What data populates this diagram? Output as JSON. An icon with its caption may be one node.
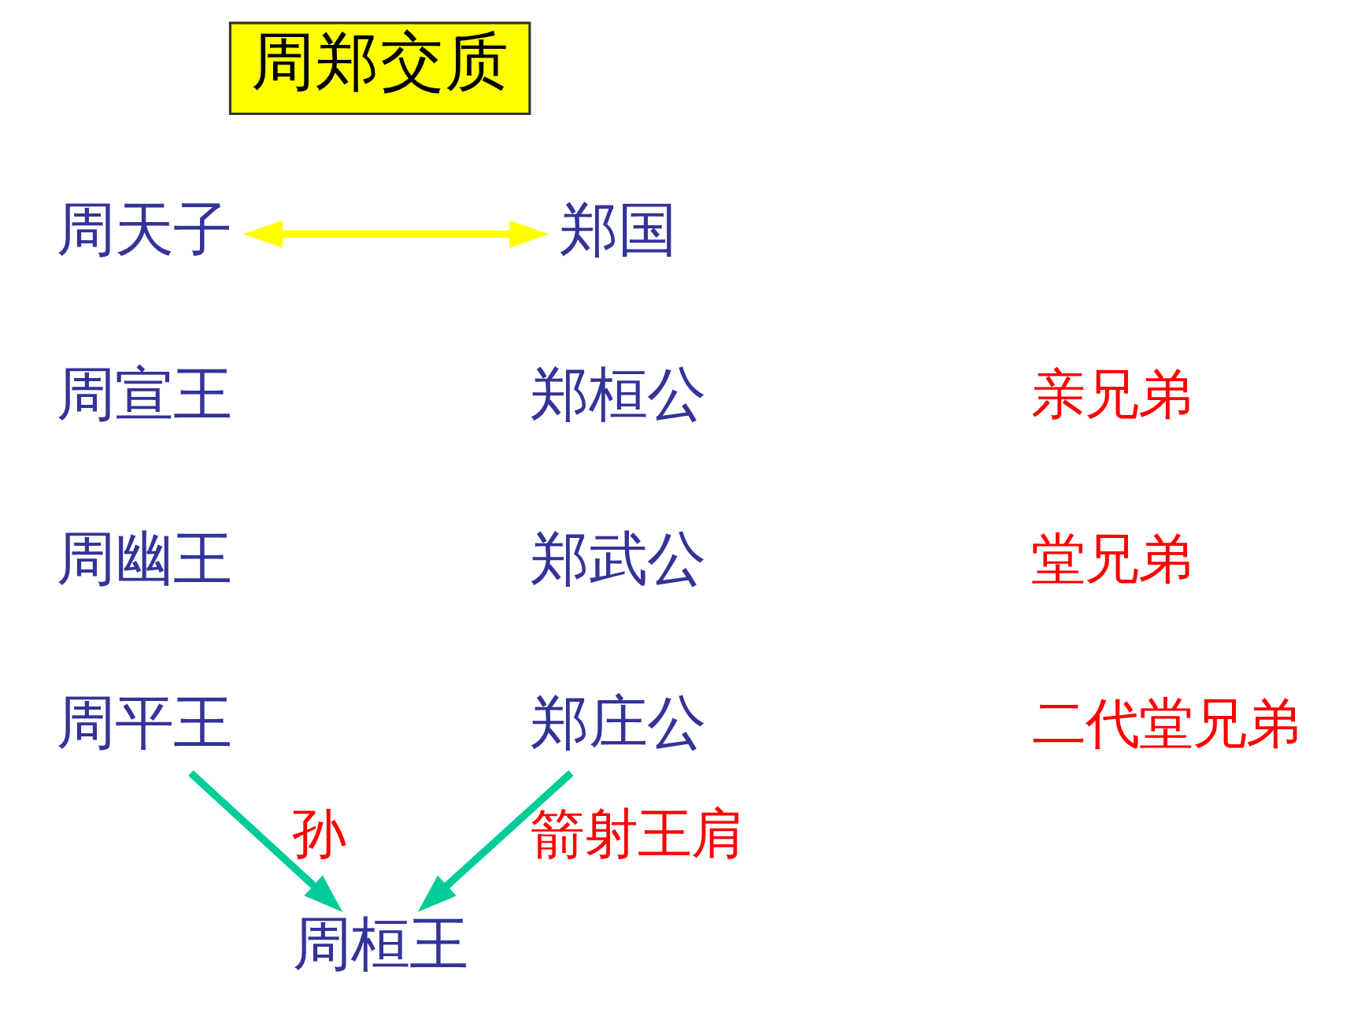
{
  "diagram": {
    "nodes": [
      {
        "text": [
          "周郑交质"
        ]
      },
      {
        "text": [
          "周天子"
        ]
      },
      {
        "text": [
          "郑国"
        ]
      },
      {
        "text": [
          "周宣王"
        ]
      },
      {
        "text": [
          "周幽王"
        ]
      },
      {
        "text": [
          "周平王"
        ]
      },
      {
        "text": [
          "郑桓公"
        ]
      },
      {
        "text": [
          "郑武公"
        ]
      },
      {
        "text": [
          "郑庄公"
        ]
      },
      {
        "text": [
          "周桓王"
        ]
      }
    ],
    "edges": [
      {
        "from": 1,
        "to": 2,
        "arrow": "both",
        "color": "#ffff00"
      },
      {
        "from": 5,
        "to": 9,
        "arrow": "to",
        "label": "孙",
        "color": "#00cc99"
      },
      {
        "from": 8,
        "to": 9,
        "arrow": "to",
        "label": "箭射王肩",
        "color": "#00cc99"
      }
    ],
    "labels": [
      "亲兄弟",
      "堂兄弟",
      "二代堂兄弟"
    ]
  }
}
